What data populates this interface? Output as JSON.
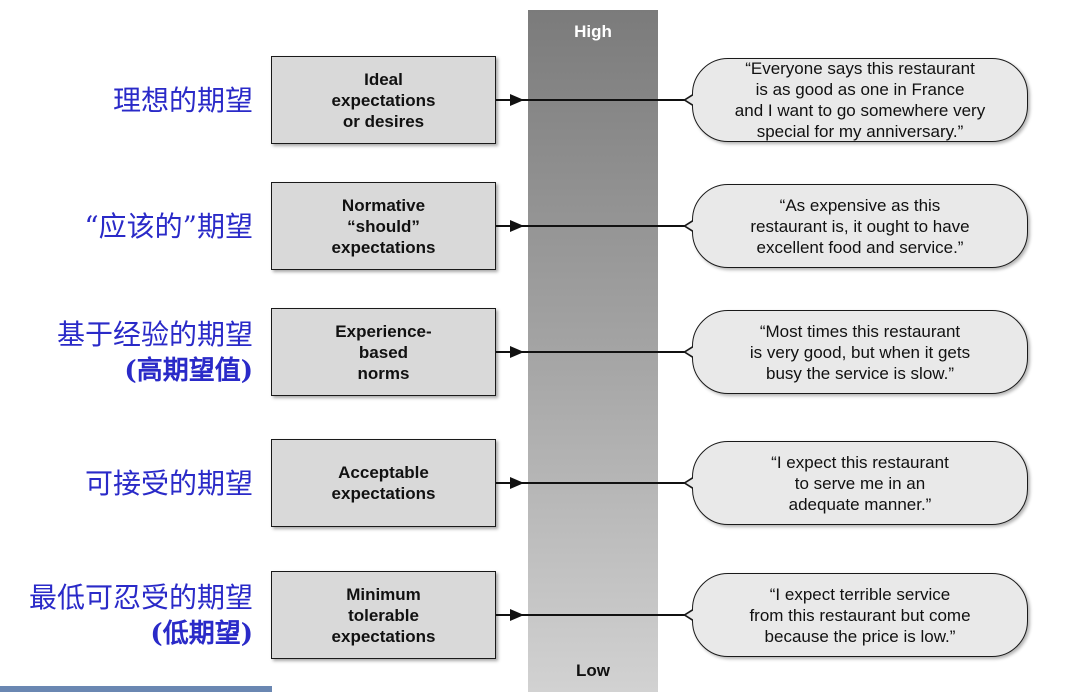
{
  "scale": {
    "high_label": "High",
    "low_label": "Low"
  },
  "rows": [
    {
      "cn_label": [
        "理想的期望"
      ],
      "box_lines": [
        "Ideal",
        "expectations",
        "or desires"
      ],
      "quote_lines": [
        "“Everyone says this restaurant",
        "is as good as one in France",
        "and I want to go somewhere very",
        "special for my anniversary.”"
      ]
    },
    {
      "cn_label": [
        "“应该的”期望"
      ],
      "box_lines": [
        "Normative",
        "“should”",
        "expectations"
      ],
      "quote_lines": [
        "“As expensive as this",
        "restaurant is, it ought to have",
        "excellent food and service.”"
      ]
    },
    {
      "cn_label": [
        "基于经验的期望",
        "(高期望值)"
      ],
      "box_lines": [
        "Experience-",
        "based",
        "norms"
      ],
      "quote_lines": [
        "“Most times this restaurant",
        "is very good, but when it gets",
        "busy the service is slow.”"
      ]
    },
    {
      "cn_label": [
        "可接受的期望"
      ],
      "box_lines": [
        "Acceptable",
        "expectations"
      ],
      "quote_lines": [
        "“I expect this restaurant",
        "to serve me in an",
        "adequate manner.”"
      ]
    },
    {
      "cn_label": [
        "最低可忍受的期望",
        "(低期望)"
      ],
      "box_lines": [
        "Minimum",
        "tolerable",
        "expectations"
      ],
      "quote_lines": [
        "“I expect terrible service",
        "from this restaurant but come",
        "because the price is low.”"
      ]
    }
  ]
}
